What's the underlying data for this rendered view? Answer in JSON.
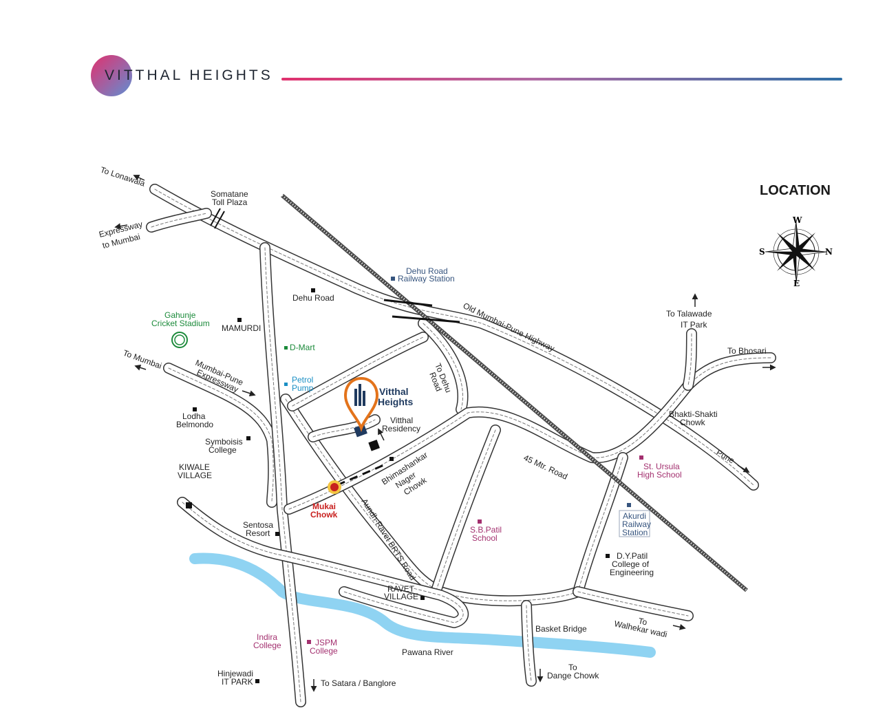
{
  "header": {
    "brand": "VITTHAL HEIGHTS"
  },
  "legend": {
    "location_title": "LOCATION",
    "compass": {
      "top": "W",
      "bottom": "E",
      "left": "S",
      "right": "N"
    }
  },
  "project": {
    "name_line1": "Vitthal",
    "name_line2": "Heights"
  },
  "labels": {
    "to_lonawala": "To Lonawala",
    "somatane_line1": "Somatane",
    "somatane_line2": "Toll Plaza",
    "expressway_line1": "Expressway",
    "expressway_line2": "to Mumbai",
    "dehu_station_line1": "Dehu Road",
    "dehu_station_line2": "Railway Station",
    "dehu_road": "Dehu Road",
    "gahunje_line1": "Gahunje",
    "gahunje_line2": "Cricket Stadium",
    "mamurdi": "MAMURDI",
    "dmart": "D-Mart",
    "old_highway": "Old Mumbai-Pune Highway",
    "to_dehu_road_line1": "To Dehu",
    "to_dehu_road_line2": "Road",
    "to_talawade_line1": "To Talawade",
    "to_talawade_line2": "IT Park",
    "to_bhosari": "To Bhosari",
    "to_mumbai": "To Mumbai",
    "mp_expressway_line1": "Mumbai-Pune",
    "mp_expressway_line2": "Expressway",
    "petrol_line1": "Petrol",
    "petrol_line2": "Pump",
    "lodha_line1": "Lodha",
    "lodha_line2": "Belmondo",
    "symbiosis_line1": "Symboisis",
    "symbiosis_line2": "College",
    "vitthal_res_line1": "Vitthal",
    "vitthal_res_line2": "Residency",
    "bhakti_line1": "Bhakti-Shakti",
    "bhakti_line2": "Chowk",
    "pune": "Pune",
    "kiwale_line1": "KIWALE",
    "kiwale_line2": "VILLAGE",
    "bhima_line1": "Bhimashankar",
    "bhima_line2": "Nager",
    "bhima_line3": "Chowk",
    "mtr_road": "45 Mtr. Road",
    "st_ursula_line1": "St. Ursula",
    "st_ursula_line2": "High School",
    "mukai_line1": "Mukai",
    "mukai_line2": "Chowk",
    "sentosa_line1": "Sentosa",
    "sentosa_line2": "Resort",
    "aundh_ravet": "Aundh-Ravet BRTS Road",
    "akurdi_line1": "Akurdi",
    "akurdi_line2": "Railway",
    "akurdi_line3": "Station",
    "sbpatil_line1": "S.B.Patil",
    "sbpatil_line2": "School",
    "dypatil_line1": "D.Y.Patil",
    "dypatil_line2": "College of",
    "dypatil_line3": "Engineering",
    "ravet_line1": "RAVET",
    "ravet_line2": "VILLAGE",
    "basket_bridge": "Basket Bridge",
    "walhekar_line1": "To",
    "walhekar_line2": "Walhekar wadi",
    "indira_line1": "Indira",
    "indira_line2": "College",
    "jspm_line1": "JSPM",
    "jspm_line2": "College",
    "pawana": "Pawana River",
    "hinjewadi_line1": "Hinjewadi",
    "hinjewadi_line2": "IT PARK",
    "to_satara": "To Satara / Banglore",
    "dange_line1": "To",
    "dange_line2": "Dange Chowk"
  },
  "colors": {
    "river": "#8fd3f2",
    "rail": "#4a4a4a",
    "pin": "#e3731b",
    "project_blue": "#1f3a5f",
    "accent_red": "#c8201e",
    "label_green": "#1b8a3a",
    "label_purple": "#a3306f",
    "label_blue": "#1a8fc4"
  }
}
